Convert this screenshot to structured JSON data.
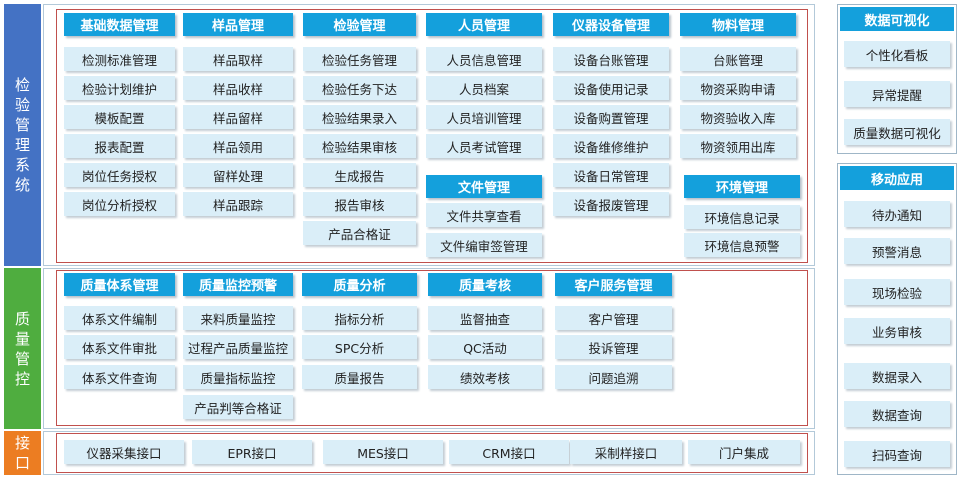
{
  "sections": {
    "inspection": {
      "label": "检验管理系统",
      "columns": [
        {
          "title": "基础数据管理",
          "items": [
            "检测标准管理",
            "检验计划维护",
            "模板配置",
            "报表配置",
            "岗位任务授权",
            "岗位分析授权"
          ]
        },
        {
          "title": "样品管理",
          "items": [
            "样品取样",
            "样品收样",
            "样品留样",
            "样品领用",
            "留样处理",
            "样品跟踪"
          ]
        },
        {
          "title": "检验管理",
          "items": [
            "检验任务管理",
            "检验任务下达",
            "检验结果录入",
            "检验结果审核",
            "生成报告",
            "报告审核",
            "产品合格证"
          ]
        },
        {
          "title": "人员管理",
          "items": [
            "人员信息管理",
            "人员档案",
            "人员培训管理",
            "人员考试管理"
          ]
        },
        {
          "title": "仪器设备管理",
          "items": [
            "设备台账管理",
            "设备使用记录",
            "设备购置管理",
            "设备维修维护",
            "设备日常管理",
            "设备报废管理"
          ]
        },
        {
          "title": "物料管理",
          "items": [
            "台账管理",
            "物资采购申请",
            "物资验收入库",
            "物资领用出库"
          ]
        }
      ],
      "file_mgmt": {
        "title": "文件管理",
        "items": [
          "文件共享查看",
          "文件编审签管理"
        ]
      },
      "env_mgmt": {
        "title": "环境管理",
        "items": [
          "环境信息记录",
          "环境信息预警"
        ]
      }
    },
    "quality": {
      "label": "质量管控",
      "columns": [
        {
          "title": "质量体系管理",
          "items": [
            "体系文件编制",
            "体系文件审批",
            "体系文件查询"
          ]
        },
        {
          "title": "质量监控预警",
          "items": [
            "来料质量监控",
            "过程产品质量监控",
            "质量指标监控",
            "产品判等合格证"
          ]
        },
        {
          "title": "质量分析",
          "items": [
            "指标分析",
            "SPC分析",
            "质量报告"
          ]
        },
        {
          "title": "质量考核",
          "items": [
            "监督抽查",
            "QC活动",
            "绩效考核"
          ]
        },
        {
          "title": "客户服务管理",
          "items": [
            "客户管理",
            "投诉管理",
            "问题追溯"
          ]
        }
      ]
    },
    "interface": {
      "label": "接口",
      "items": [
        "仪器采集接口",
        "EPR接口",
        "MES接口",
        "CRM接口",
        "采制样接口",
        "门户集成"
      ]
    }
  },
  "right": {
    "visualization": {
      "title": "数据可视化",
      "items": [
        "个性化看板",
        "异常提醒",
        "质量数据可视化"
      ]
    },
    "mobile": {
      "title": "移动应用",
      "items": [
        "待办通知",
        "预警消息",
        "现场检验",
        "业务审核",
        "数据录入",
        "数据查询",
        "扫码查询"
      ]
    }
  },
  "colors": {
    "inspection": "#4472c4",
    "quality": "#4fad3f",
    "interface": "#ec7d22",
    "header": "#14a0dc",
    "item": "#daeef8",
    "border": "#c0504d"
  }
}
